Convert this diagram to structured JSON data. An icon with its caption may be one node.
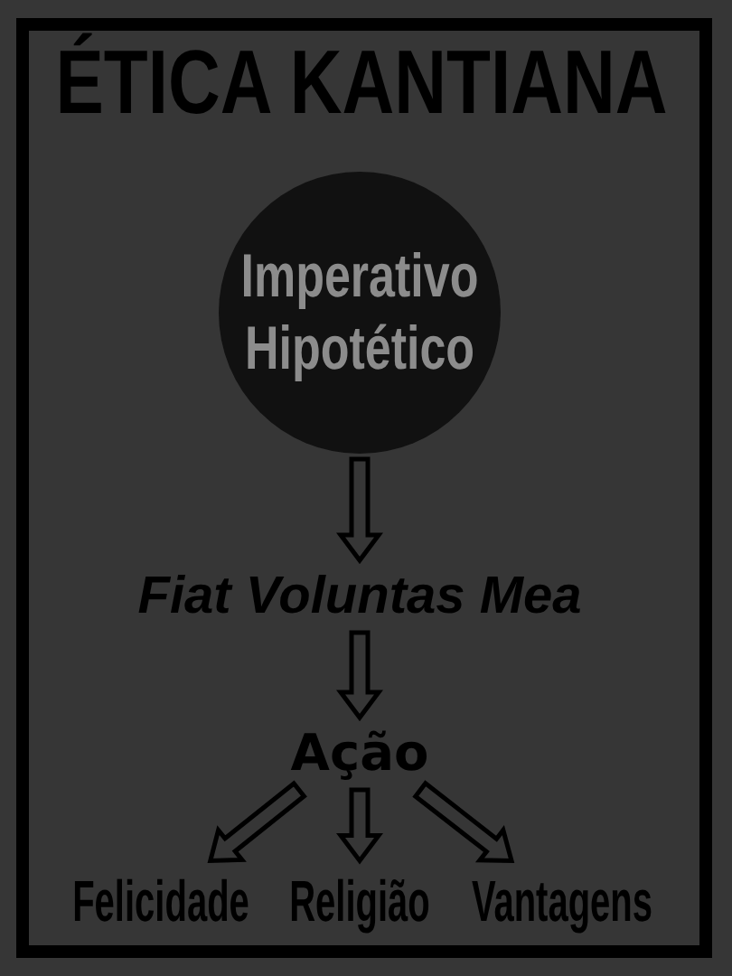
{
  "diagram": {
    "title": "ÉTICA KANTIANA",
    "nodes": [
      {
        "text": [
          "Imperativo Hipotético"
        ]
      },
      {
        "text": [
          "Fiat Voluntas Mea"
        ]
      },
      {
        "text": [
          "Ação"
        ]
      },
      {
        "text": [
          "Felicidade"
        ]
      },
      {
        "text": [
          "Religião"
        ]
      },
      {
        "text": [
          "Vantagens"
        ]
      }
    ],
    "edges": [
      {
        "from": 0,
        "to": 1,
        "arrow": "to"
      },
      {
        "from": 1,
        "to": 2,
        "arrow": "to"
      },
      {
        "from": 2,
        "to": 3,
        "arrow": "to"
      },
      {
        "from": 2,
        "to": 4,
        "arrow": "to"
      },
      {
        "from": 2,
        "to": 5,
        "arrow": "to"
      }
    ]
  }
}
